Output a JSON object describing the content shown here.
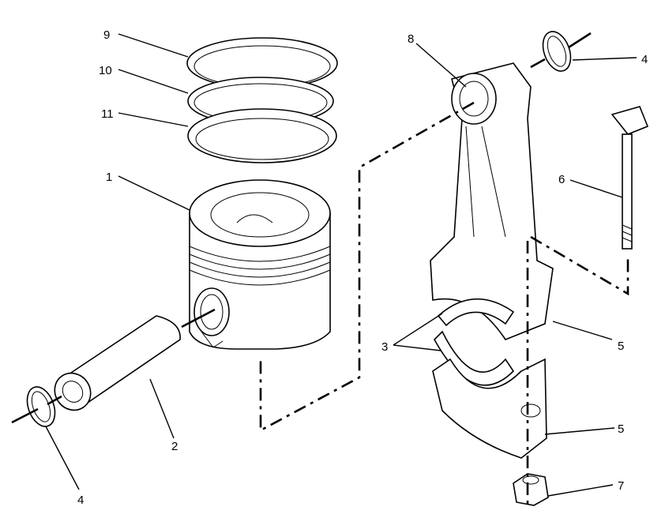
{
  "callouts": {
    "c1": "1",
    "c2": "2",
    "c3": "3",
    "c4_top": "4",
    "c4_bottom": "4",
    "c5_upper": "5",
    "c5_lower": "5",
    "c6": "6",
    "c7": "7",
    "c8": "8",
    "c9": "9",
    "c10": "10",
    "c11": "11"
  }
}
